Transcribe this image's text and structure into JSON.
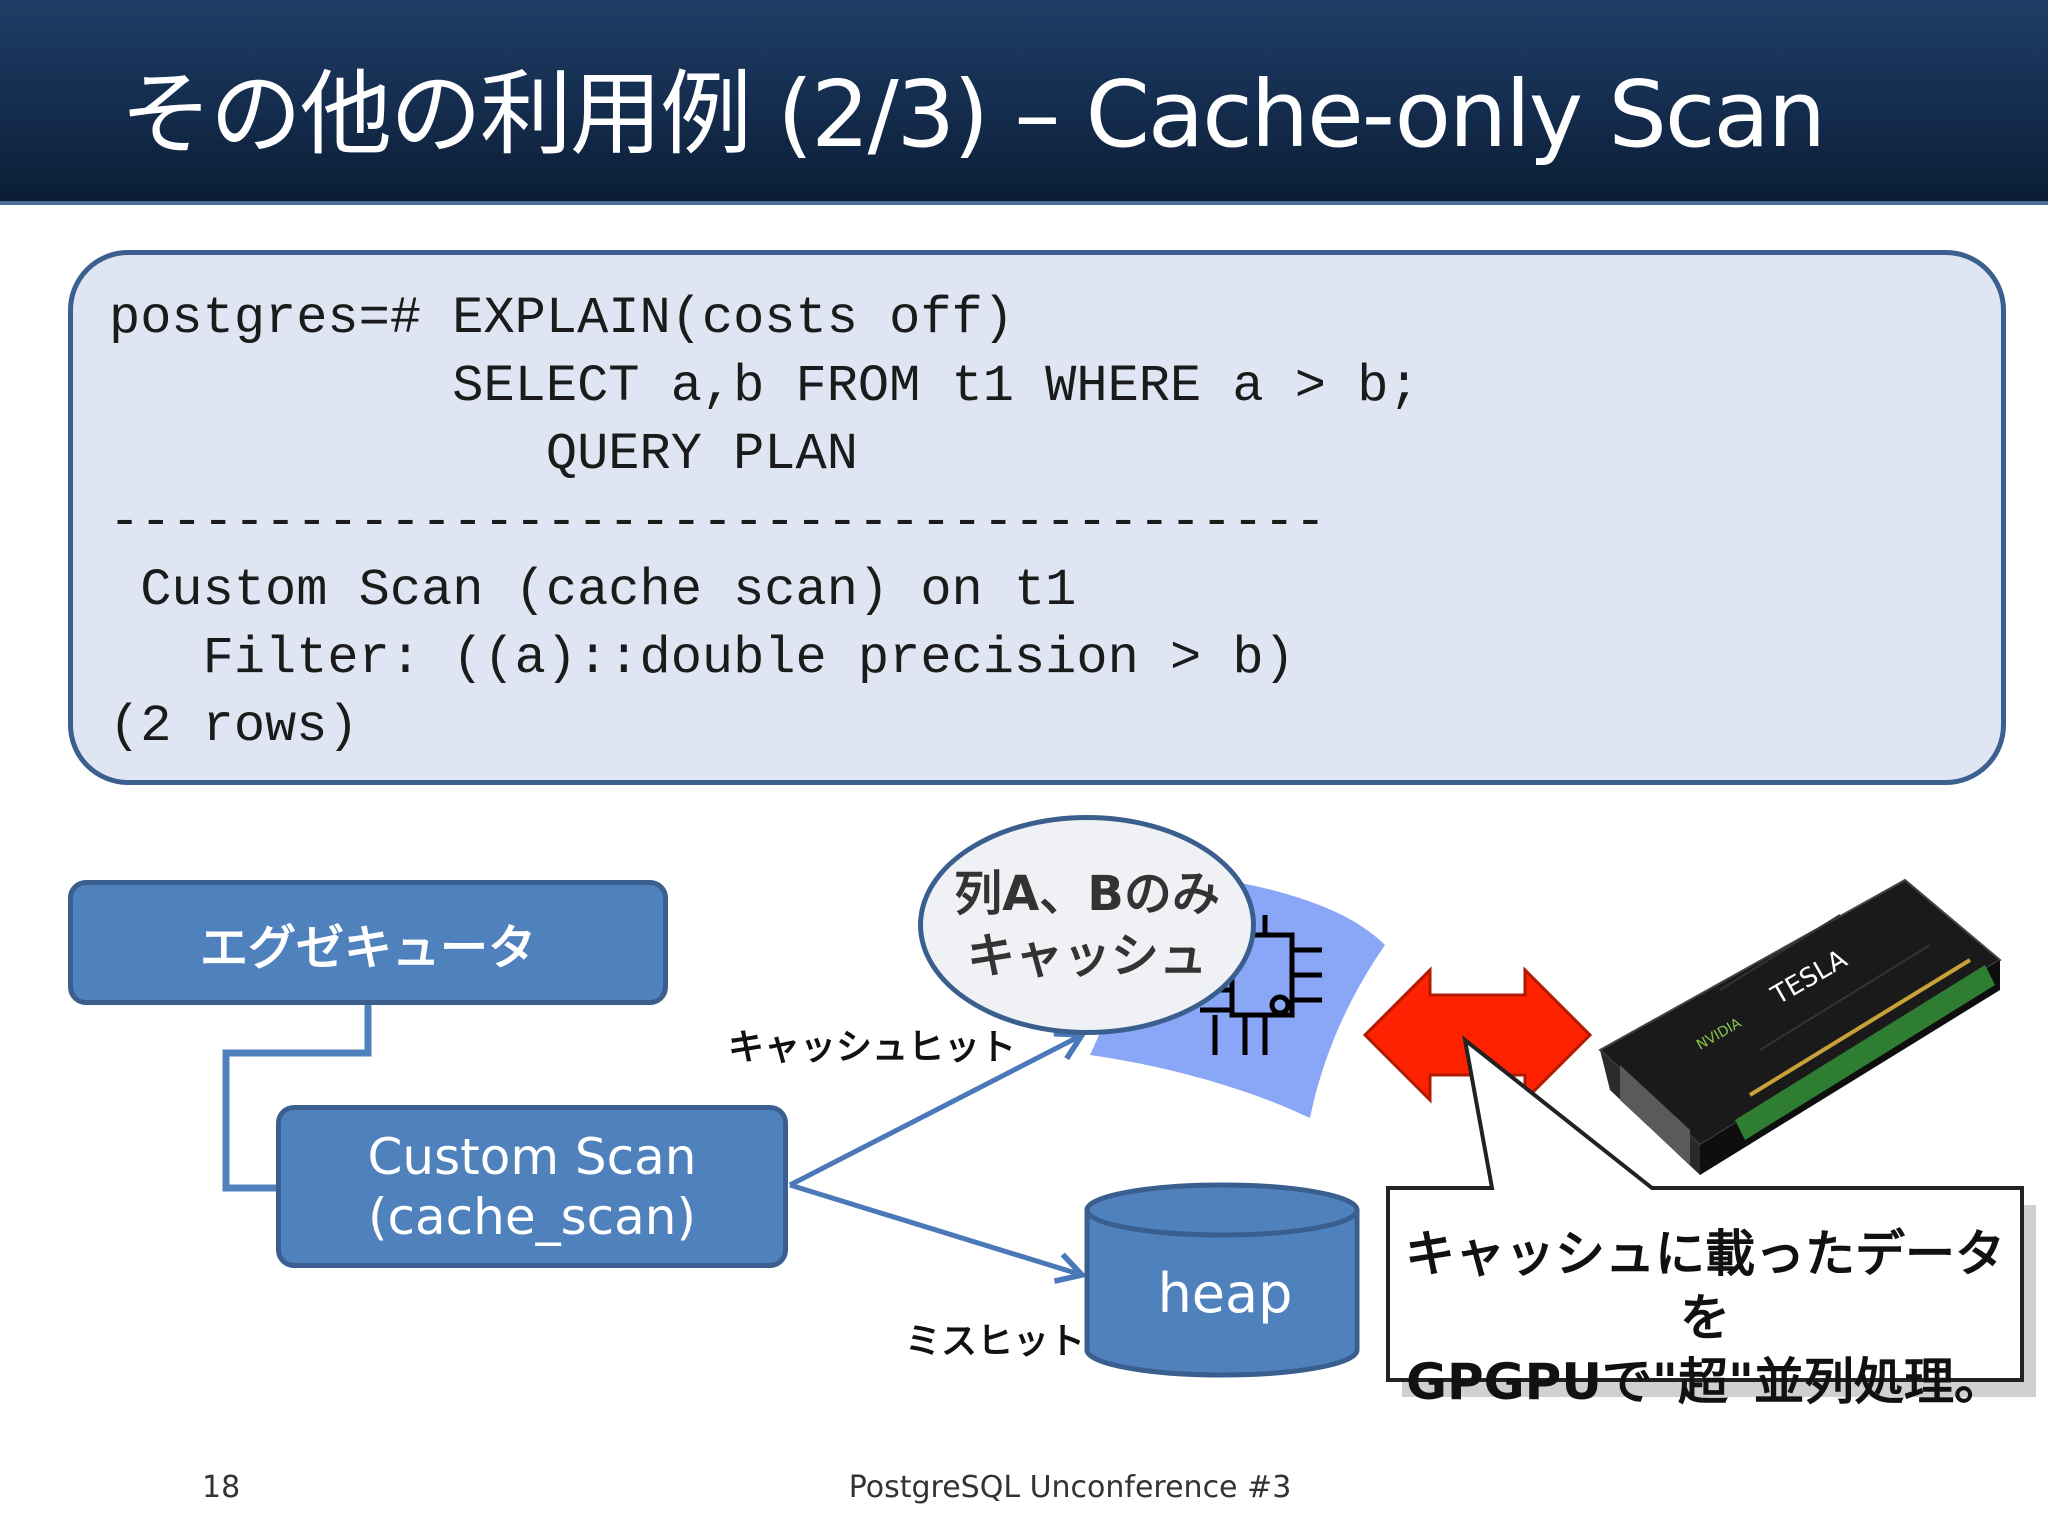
{
  "slide": {
    "title": "その他の利用例 (2/3) – Cache-only Scan",
    "code_lines": [
      "postgres=# EXPLAIN(costs off)",
      "           SELECT a,b FROM t1 WHERE a > b;",
      "              QUERY PLAN",
      "---------------------------------------",
      " Custom Scan (cache scan) on t1",
      "   Filter: ((a)::double precision > b)",
      "(2 rows)"
    ],
    "executor_label": "エグゼキュータ",
    "custom_scan_line1": "Custom Scan",
    "custom_scan_line2": "(cache_scan)",
    "bubble_line1": "列A、Bのみ",
    "bubble_line2": "キャッシュ",
    "cache_hit_label": "キャッシュヒット",
    "cache_miss_label": "ミスヒット",
    "heap_label": "heap",
    "callout_line1": "キャッシュに載ったデータを",
    "callout_line2": "GPGPUで\"超\"並列処理。",
    "gpu_brand": "TESLA",
    "gpu_maker": "NVIDIA",
    "footer_page": "18",
    "footer_center": "PostgreSQL Unconference #3"
  },
  "colors": {
    "title_bar": "#142c4d",
    "block_fill": "#4f81bd",
    "block_border": "#3a5f8f",
    "code_bg": "#dfe5f3",
    "arrow_red": "#ff2200",
    "cache_shape": "#7d9cf5"
  }
}
